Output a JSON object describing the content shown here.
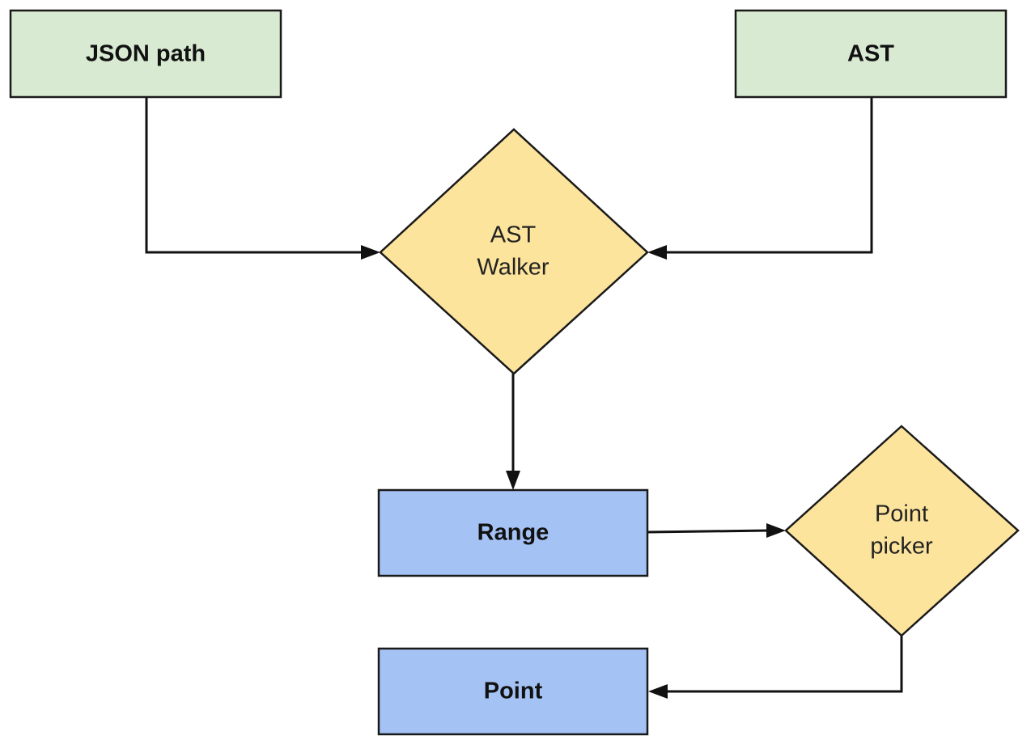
{
  "nodes": {
    "json_path": {
      "label": "JSON path",
      "shape": "rectangle"
    },
    "ast": {
      "label": "AST",
      "shape": "rectangle"
    },
    "ast_walker": {
      "label_line1": "AST",
      "label_line2": "Walker",
      "shape": "diamond"
    },
    "range": {
      "label": "Range",
      "shape": "rectangle"
    },
    "point_picker": {
      "label_line1": "Point",
      "label_line2": "picker",
      "shape": "diamond"
    },
    "point": {
      "label": "Point",
      "shape": "rectangle"
    }
  },
  "edges": [
    {
      "from": "JSON path",
      "to": "AST Walker"
    },
    {
      "from": "AST",
      "to": "AST Walker"
    },
    {
      "from": "AST Walker",
      "to": "Range"
    },
    {
      "from": "Range",
      "to": "Point picker"
    },
    {
      "from": "Point picker",
      "to": "Point"
    }
  ],
  "colors": {
    "input_fill": "#d9ead3",
    "process_fill": "#fde49c",
    "output_fill": "#a4c2f4",
    "stroke": "#1a1a1a"
  }
}
